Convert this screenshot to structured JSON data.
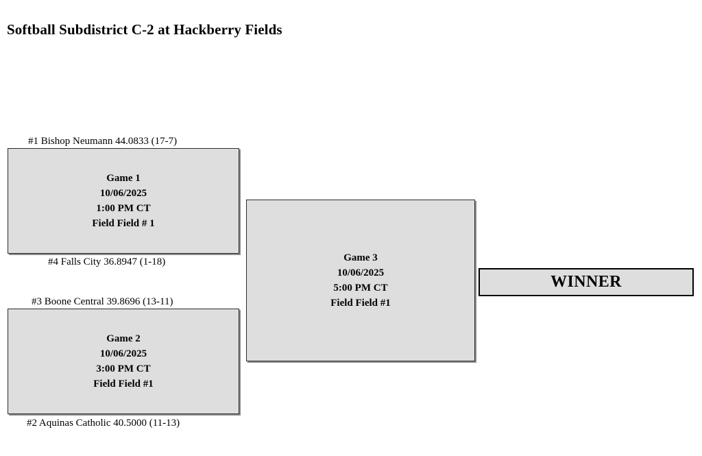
{
  "page": {
    "title": "Softball Subdistrict C-2 at Hackberry Fields"
  },
  "colors": {
    "box_fill": "#dedede",
    "box_border": "#2b2b2b",
    "winner_border": "#000000",
    "text": "#000000",
    "page_background": "#ffffff"
  },
  "bracket": {
    "games": [
      {
        "id": "game-1",
        "name": "Game 1",
        "date": "10/06/2025",
        "time": "1:00 PM CT",
        "field": "Field Field # 1",
        "top_seed": "#1 Bishop Neumann 44.0833 (17-7)",
        "bottom_seed": "#4 Falls City 36.8947 (1-18)"
      },
      {
        "id": "game-2",
        "name": "Game 2",
        "date": "10/06/2025",
        "time": "3:00 PM CT",
        "field": "Field Field #1",
        "top_seed": "#3 Boone Central 39.8696 (13-11)",
        "bottom_seed": "#2 Aquinas Catholic 40.5000 (11-13)"
      },
      {
        "id": "game-3",
        "name": "Game 3",
        "date": "10/06/2025",
        "time": "5:00 PM CT",
        "field": "Field Field #1",
        "top_seed": "",
        "bottom_seed": ""
      }
    ],
    "winner": {
      "label": "WINNER"
    }
  }
}
